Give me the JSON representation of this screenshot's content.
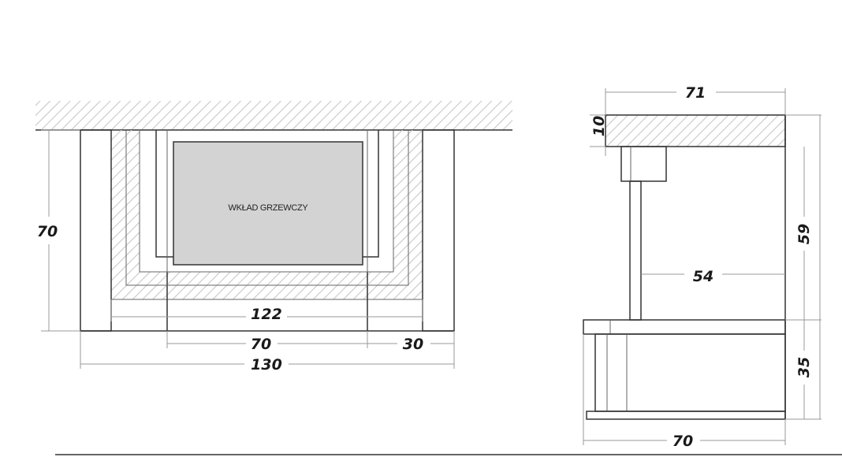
{
  "front_view": {
    "insert_label": "WKŁAD GRZEWCZY",
    "dim_height": "70",
    "dim_inner_width": "122",
    "dim_center": "70",
    "dim_side": "30",
    "dim_total": "130"
  },
  "side_view": {
    "dim_top_width": "71",
    "dim_top_thickness": "10",
    "dim_upper_height": "59",
    "dim_inner_depth": "54",
    "dim_lower_height": "35",
    "dim_base_width": "70"
  },
  "colors": {
    "line": "#333333",
    "hatch": "#c8c8c8",
    "insert_fill": "#d3d3d3"
  }
}
